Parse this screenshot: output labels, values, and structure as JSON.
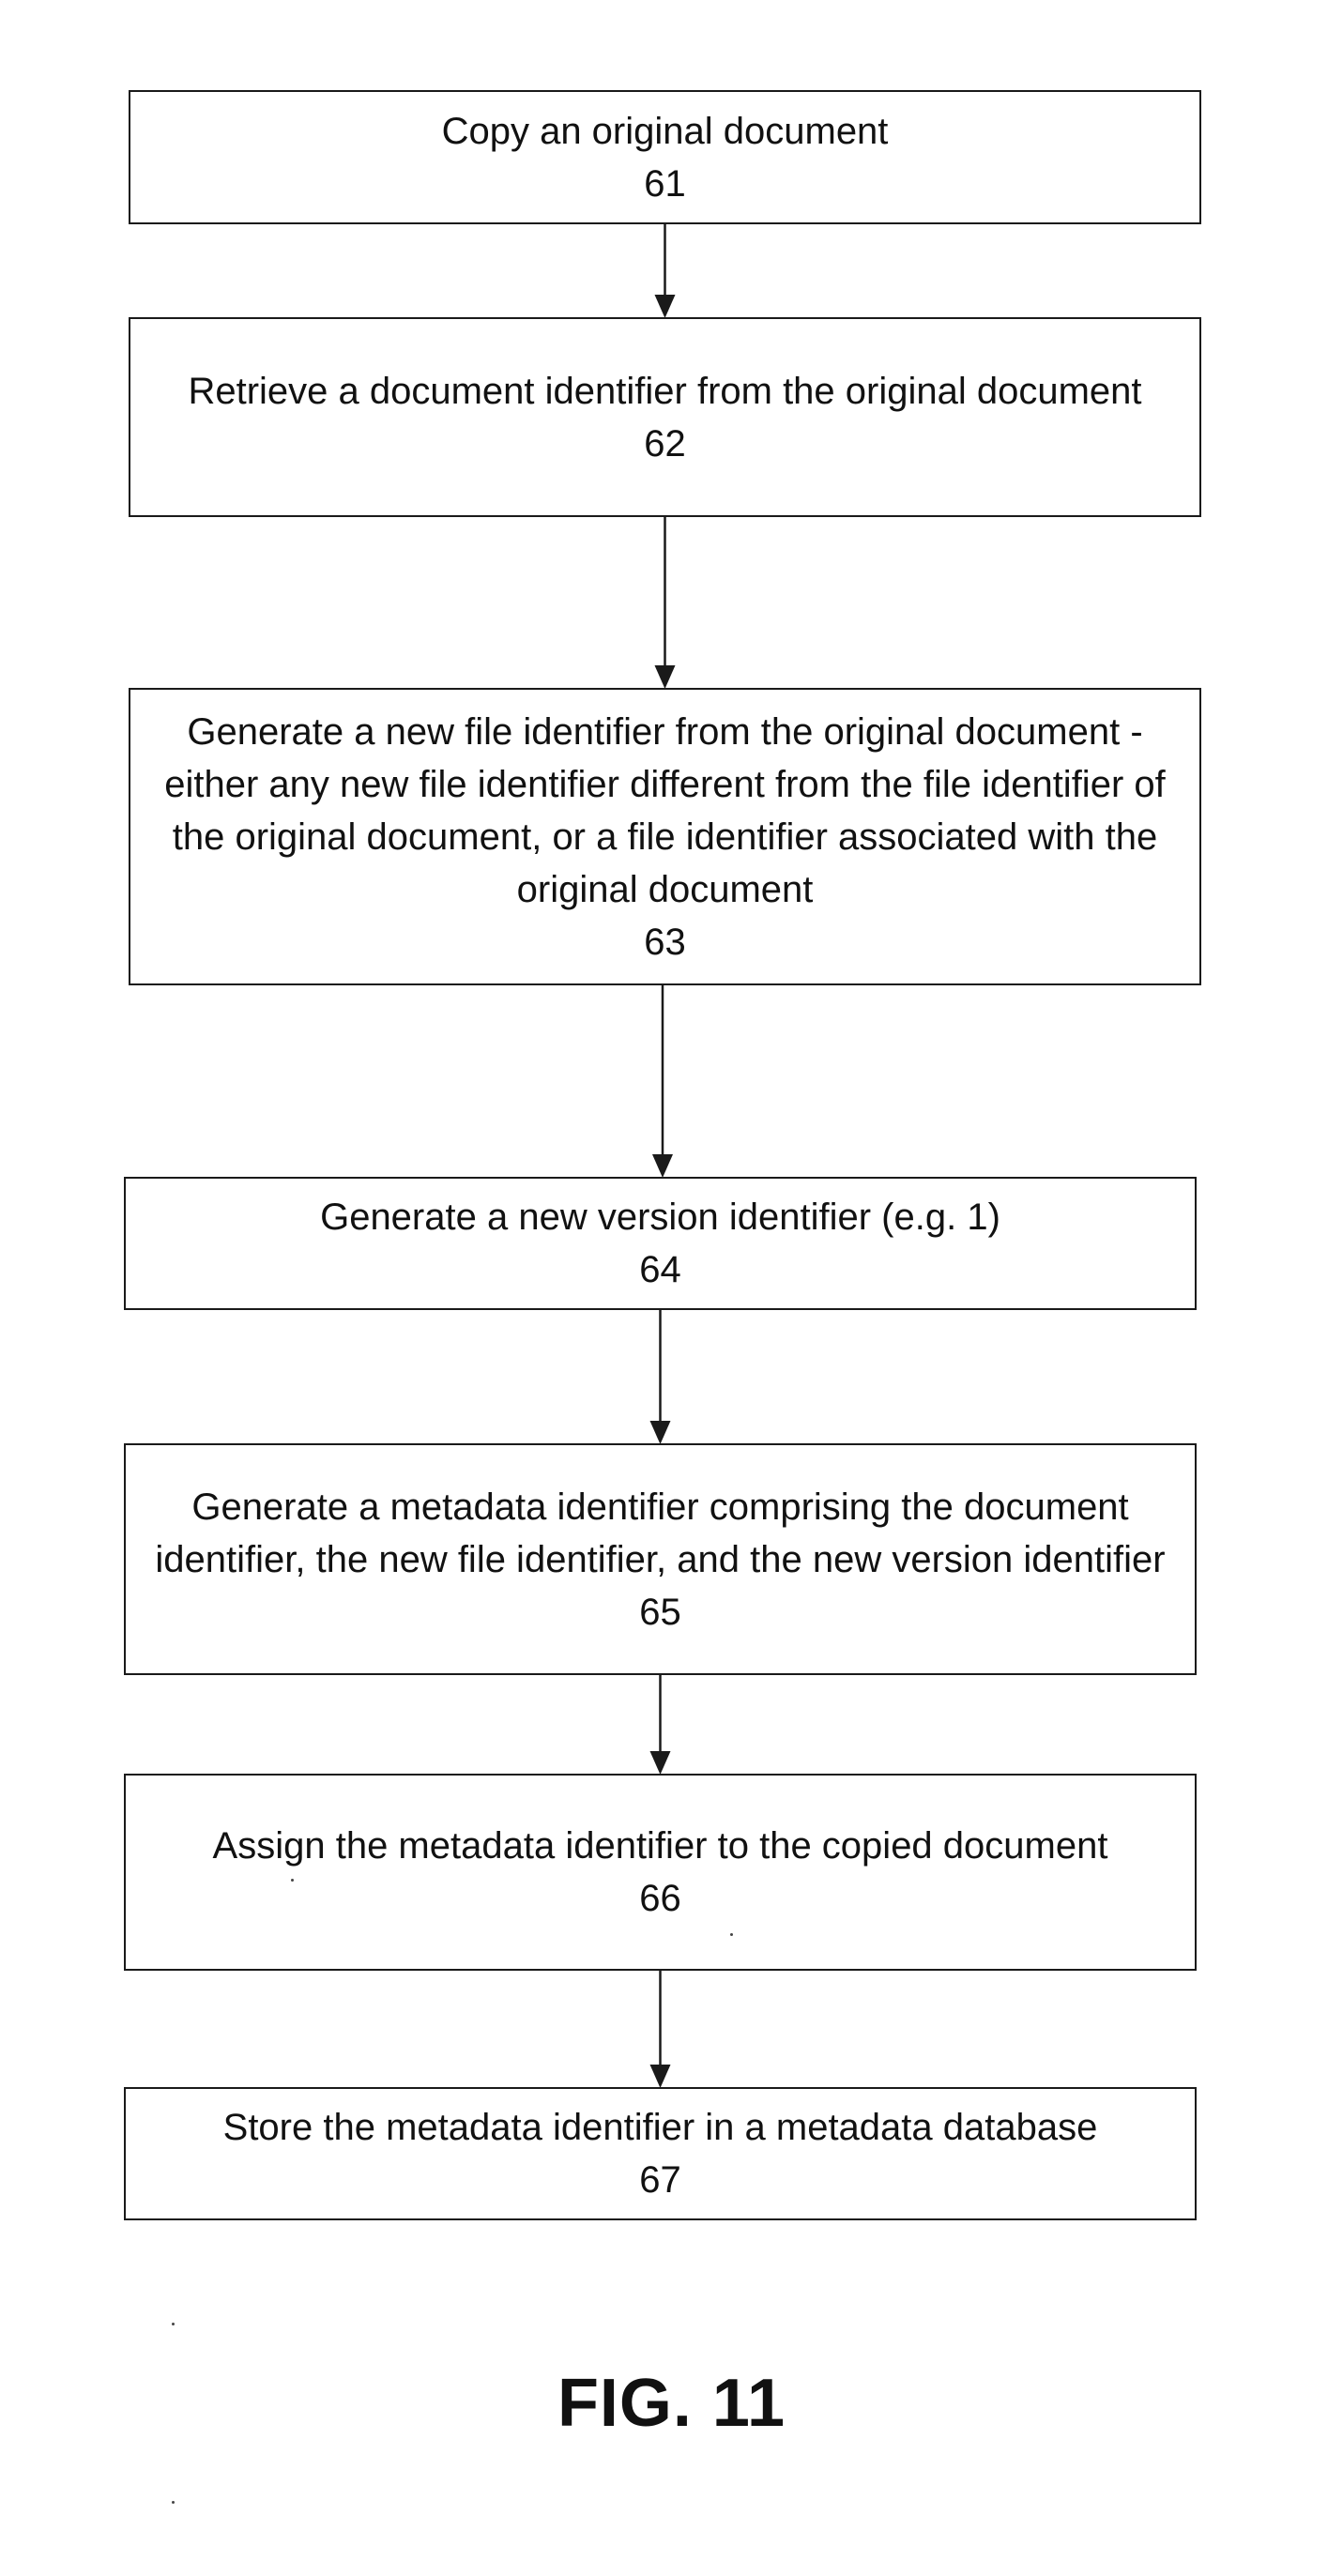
{
  "diagram": {
    "steps": [
      {
        "id": "61",
        "text": "Copy an original document",
        "number": "61"
      },
      {
        "id": "62",
        "text": "Retrieve a document identifier from the original document",
        "number": "62"
      },
      {
        "id": "63",
        "text": "Generate a new file identifier from the original document - either any new file identifier different from the file identifier of the original document, or a file identifier associated with the original document",
        "number": "63"
      },
      {
        "id": "64",
        "text": "Generate a new version identifier (e.g. 1)",
        "number": "64"
      },
      {
        "id": "65",
        "text": "Generate a metadata identifier comprising the document identifier, the new file identifier, and the new version identifier",
        "number": "65"
      },
      {
        "id": "66",
        "text": "Assign the metadata identifier to the copied document",
        "number": "66"
      },
      {
        "id": "67",
        "text": "Store the metadata identifier in a metadata database",
        "number": "67"
      }
    ],
    "edges": [
      {
        "from": "61",
        "to": "62"
      },
      {
        "from": "62",
        "to": "63"
      },
      {
        "from": "63",
        "to": "64"
      },
      {
        "from": "64",
        "to": "65"
      },
      {
        "from": "65",
        "to": "66"
      },
      {
        "from": "66",
        "to": "67"
      }
    ],
    "caption": "FIG. 11",
    "line_color": "#1a1a1a"
  }
}
